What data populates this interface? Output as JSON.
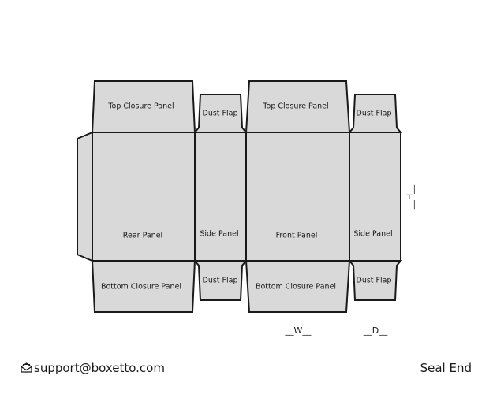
{
  "panels": {
    "top_closure_left": "Top Closure Panel",
    "top_closure_right": "Top Closure Panel",
    "dust_flap_top_left": "Dust Flap",
    "dust_flap_top_right": "Dust Flap",
    "rear": "Rear Panel",
    "side_left": "Side Panel",
    "front": "Front Panel",
    "side_right": "Side Panel",
    "bottom_closure_left": "Bottom Closure Panel",
    "bottom_closure_right": "Bottom Closure Panel",
    "dust_flap_bottom_left": "Dust Flap",
    "dust_flap_bottom_right": "Dust Flap"
  },
  "dimensions": {
    "width": "__W__",
    "depth": "__D__",
    "height": "__H__"
  },
  "footer": {
    "support_email": "support@boxetto.com",
    "box_style": "Seal End"
  },
  "icons": {
    "email": "envelope-icon"
  },
  "colors": {
    "panel_fill": "#d9d9d9",
    "stroke": "#1a1a1a"
  }
}
